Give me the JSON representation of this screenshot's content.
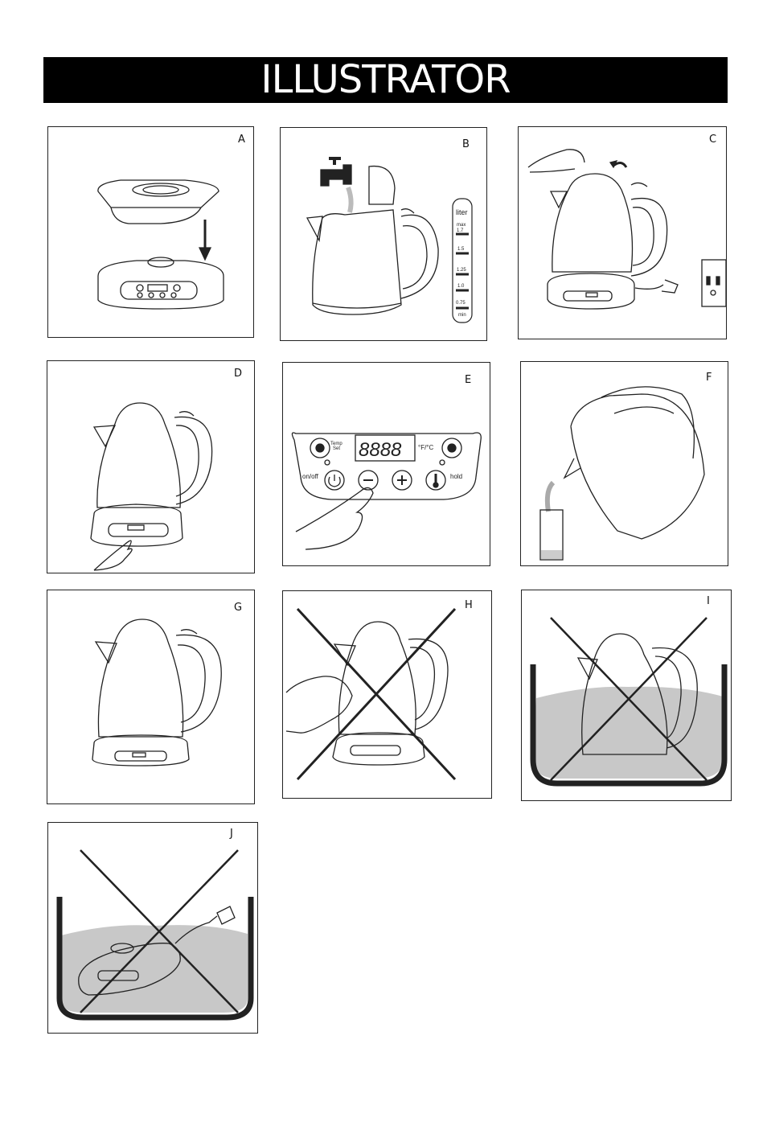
{
  "header": {
    "title": "ILLUSTRATOR"
  },
  "panels": {
    "A": {
      "label": "A"
    },
    "B": {
      "label": "B",
      "scale": {
        "unit": "liter",
        "max": "max",
        "min": "min",
        "marks": [
          "1.7",
          "1.5",
          "1.25",
          "1.0",
          "0.75"
        ]
      }
    },
    "C": {
      "label": "C"
    },
    "D": {
      "label": "D"
    },
    "E": {
      "label": "E",
      "display": "8888",
      "temp_set": [
        "Temp",
        "Set"
      ],
      "units": "°F/°C",
      "on_off": "on/off",
      "hold": "hold"
    },
    "F": {
      "label": "F"
    },
    "G": {
      "label": "G"
    },
    "H": {
      "label": "H"
    },
    "I": {
      "label": "I"
    },
    "J": {
      "label": "J"
    }
  },
  "colors": {
    "banner_bg": "#000000",
    "banner_text": "#ffffff",
    "line": "#222222",
    "water": "#c8c8c8"
  }
}
